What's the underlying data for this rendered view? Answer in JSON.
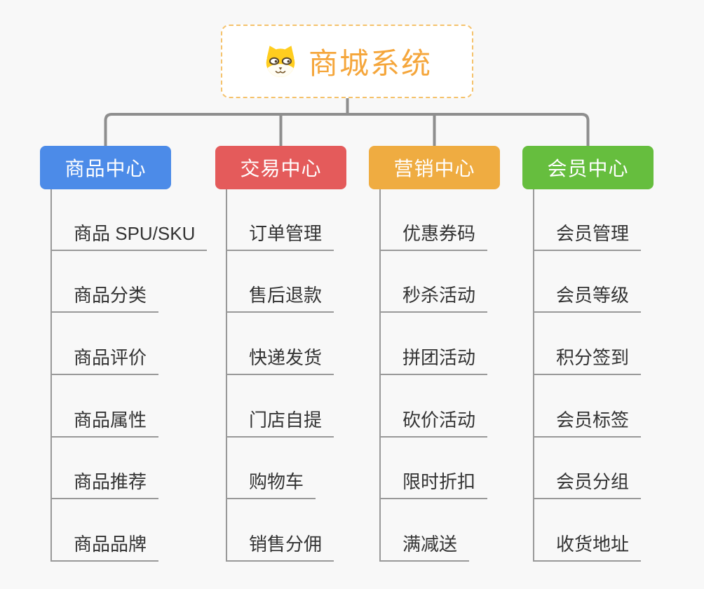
{
  "root": {
    "title": "商城系统",
    "icon": "dog-face-icon"
  },
  "branches": [
    {
      "label": "商品中心",
      "color": "#4C8BE8",
      "items": [
        "商品 SPU/SKU",
        "商品分类",
        "商品评价",
        "商品属性",
        "商品推荐",
        "商品品牌"
      ]
    },
    {
      "label": "交易中心",
      "color": "#E45B5B",
      "items": [
        "订单管理",
        "售后退款",
        "快递发货",
        "门店自提",
        "购物车",
        "销售分佣"
      ]
    },
    {
      "label": "营销中心",
      "color": "#EFAC41",
      "items": [
        "优惠券码",
        "秒杀活动",
        "拼团活动",
        "砍价活动",
        "限时折扣",
        "满减送"
      ]
    },
    {
      "label": "会员中心",
      "color": "#66BE3E",
      "items": [
        "会员管理",
        "会员等级",
        "积分签到",
        "会员标签",
        "会员分组",
        "收货地址"
      ]
    }
  ],
  "colors": {
    "background": "#F8F8F8",
    "connector": "#8E8E8E",
    "leaf_line": "#999999",
    "leaf_text": "#333333",
    "root_border": "#F5C26B",
    "root_title": "#F5A63B"
  }
}
